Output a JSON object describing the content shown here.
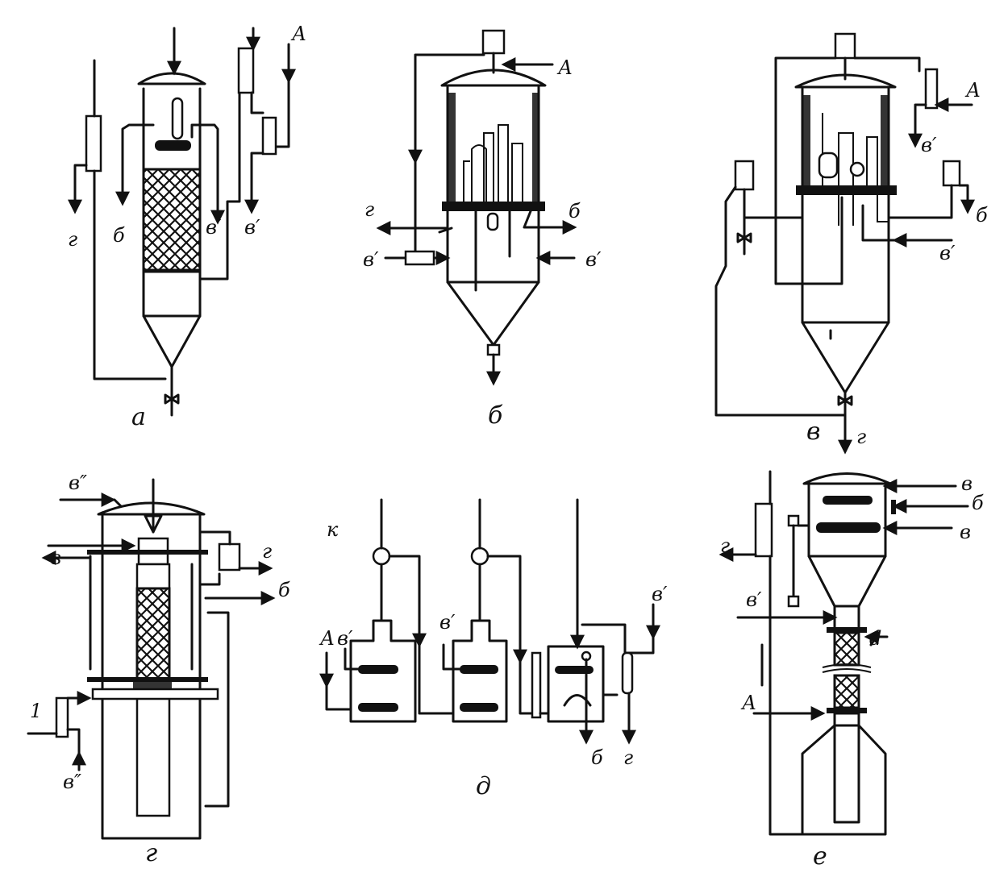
{
  "labels": {
    "a": {
      "caption": "а",
      "g": "г",
      "b": "б",
      "v1": "в′",
      "v2": "в′",
      "A": "А"
    },
    "b": {
      "caption": "б",
      "A": "А",
      "g": "г",
      "b": "б",
      "v1": "в′",
      "v2": "в′"
    },
    "c": {
      "caption": "в",
      "A": "А",
      "v1": "в′",
      "b": "б",
      "v2": "в′",
      "g": "г"
    },
    "d": {
      "caption": "г",
      "v2": "в″",
      "v": "в",
      "g": "г",
      "b": "б",
      "one": "1",
      "v3": "в″"
    },
    "e": {
      "caption": "д",
      "A": "А",
      "v1": "в′",
      "v2": "в′",
      "v3": "в′",
      "b": "б",
      "g": "г",
      "k": "к"
    },
    "f": {
      "caption": "е",
      "v1": "в",
      "b": "б",
      "v2": "в",
      "g": "г",
      "v3": "в′",
      "d": "d",
      "A": "А"
    }
  }
}
